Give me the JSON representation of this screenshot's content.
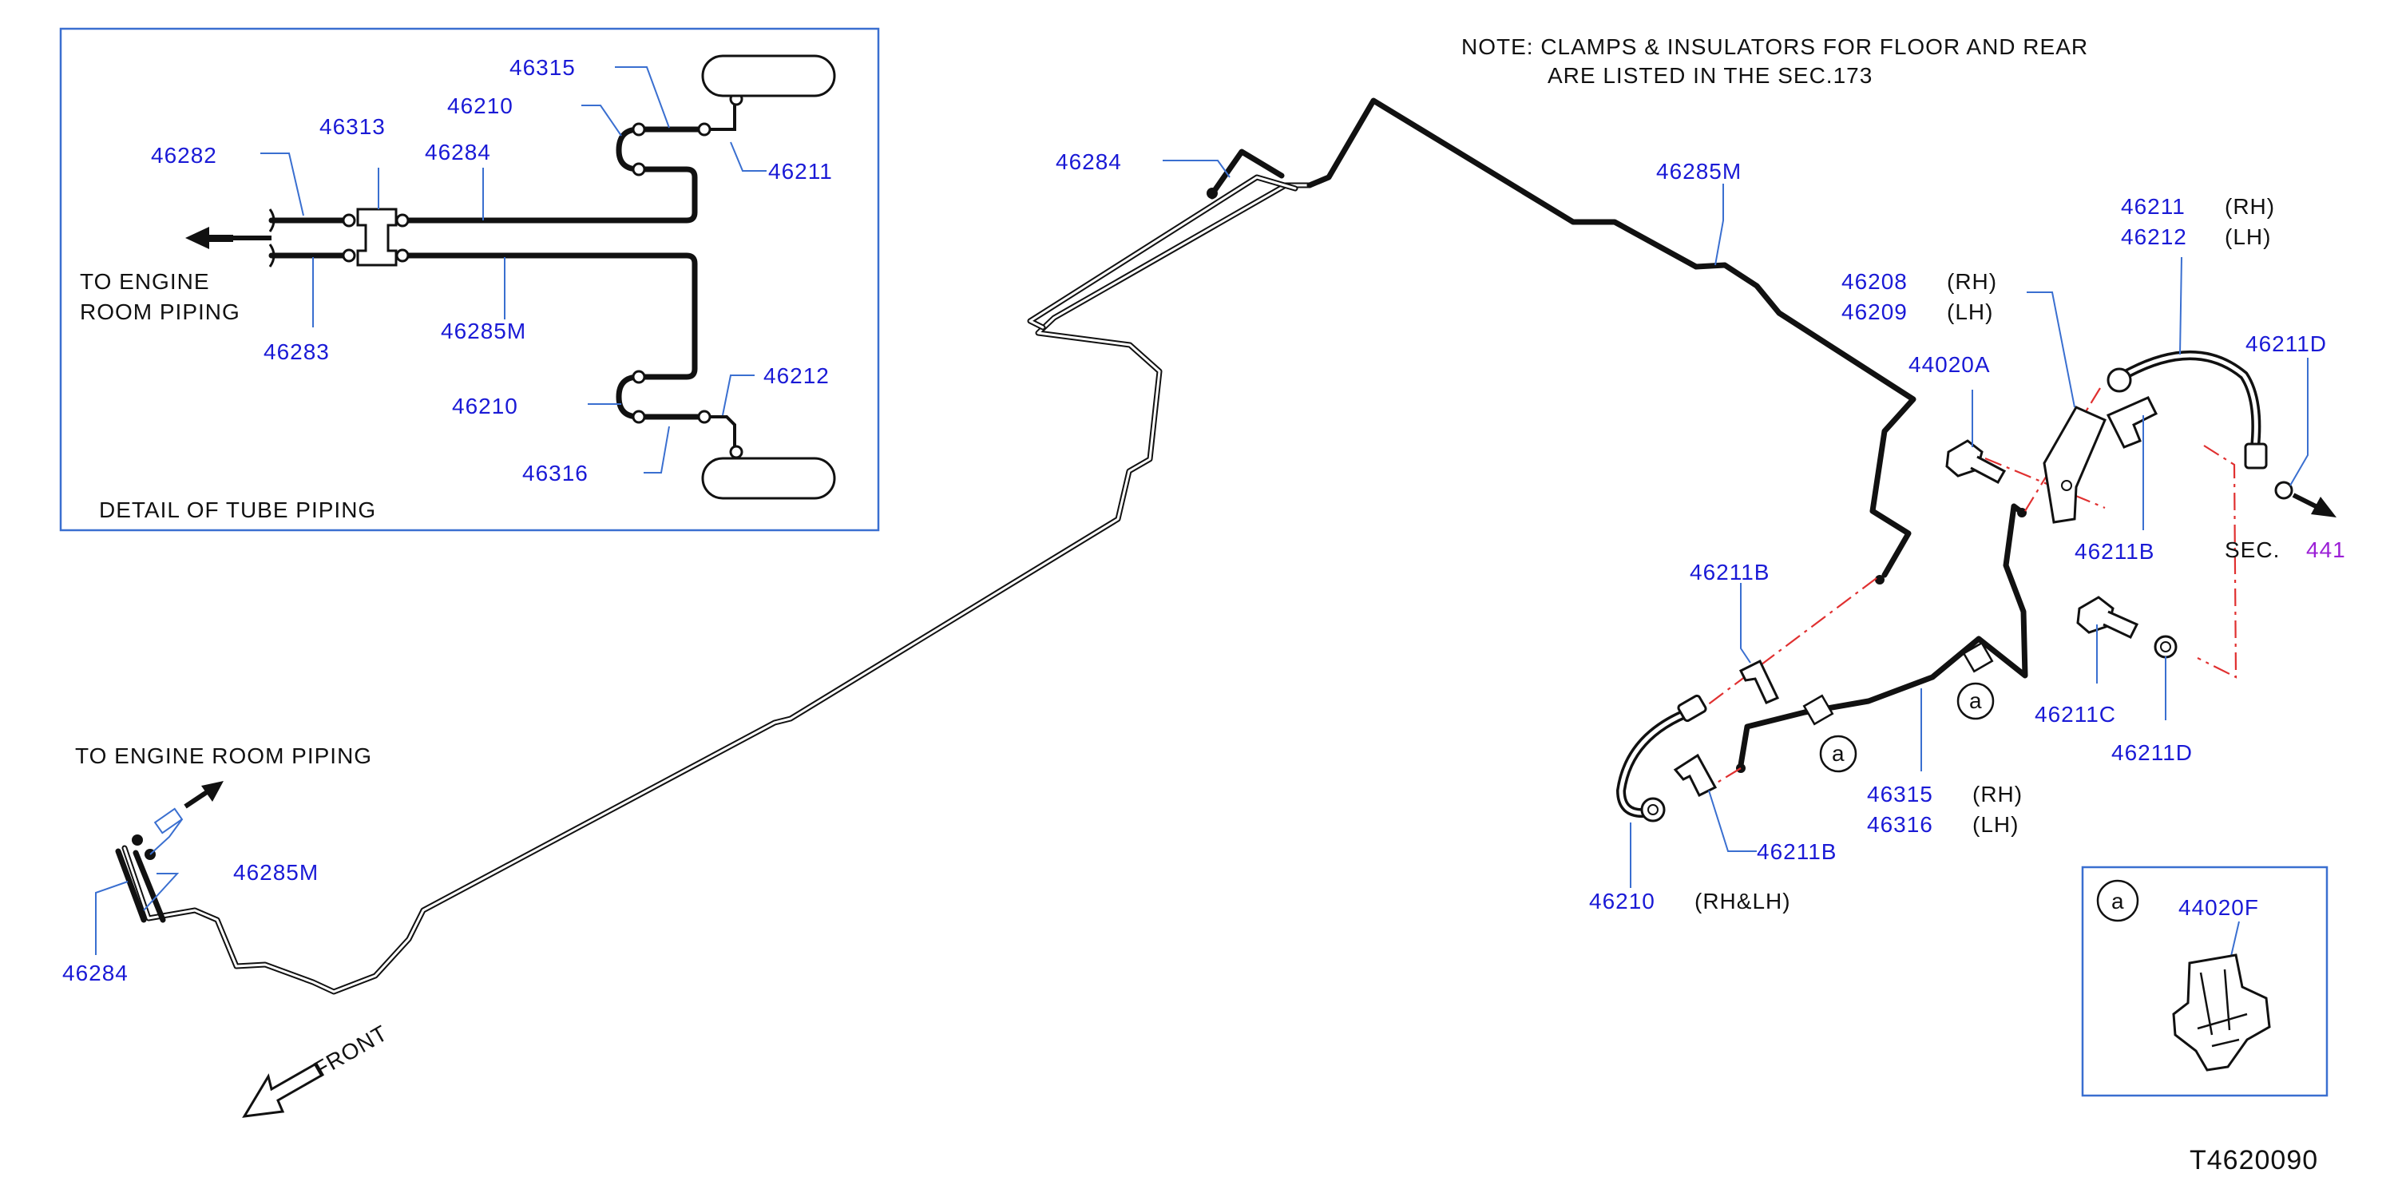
{
  "note": {
    "line1": "NOTE:  CLAMPS  &  INSULATORS  FOR  FLOOR  AND  REAR",
    "line2": "ARE  LISTED  IN  THE  SEC.173"
  },
  "detail": {
    "title": "DETAIL  OF  TUBE  PIPING",
    "to_engine_1": "TO  ENGINE",
    "to_engine_2": "ROOM  PIPING",
    "parts": {
      "p46282": "46282",
      "p46313": "46313",
      "p46284": "46284",
      "p46283": "46283",
      "p46285m": "46285M",
      "p46315": "46315",
      "p46210a": "46210",
      "p46211": "46211",
      "p46210b": "46210",
      "p46212": "46212",
      "p46316": "46316"
    }
  },
  "main": {
    "to_engine": "TO  ENGINE  ROOM  PIPING",
    "front": "FRONT",
    "p46285m_left": "46285M",
    "p46284_left": "46284",
    "p46284_top": "46284",
    "p46285m_top": "46285M",
    "p46211": "46211",
    "p46212": "46212",
    "rh": "(RH)",
    "lh": "(LH)",
    "p46208": "46208",
    "p46209": "46209",
    "p44020a": "44020A",
    "p46211d_top": "46211D",
    "p46211b_right": "46211B",
    "sec_label": "SEC.",
    "sec_num": "441",
    "p46211b_left": "46211B",
    "p46211c": "46211C",
    "p46211d_bottom": "46211D",
    "p46315": "46315",
    "p46316": "46316",
    "p46211b_bottom": "46211B",
    "p46210": "46210",
    "rhlh": "(RH&LH)",
    "callout_a": "a"
  },
  "inset_a": {
    "label": "a",
    "part": "44020F"
  },
  "diagram_id": "T4620090",
  "colors": {
    "part_number": "#1a1ad6",
    "frame": "#3a6fd0",
    "centerline": "#e03030",
    "section_ref": "#9b1fd6"
  }
}
